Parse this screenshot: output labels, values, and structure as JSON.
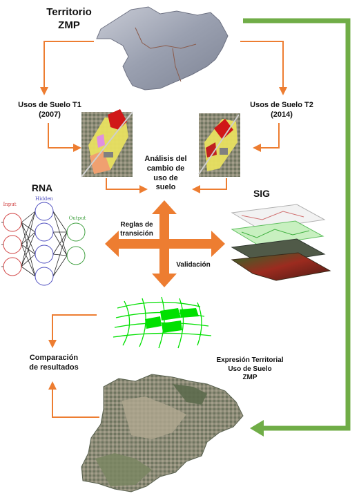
{
  "labels": {
    "territorio": "Territorio",
    "zmp": "ZMP",
    "usos_t1": "Usos de Suelo T1",
    "usos_t1_year": "(2007)",
    "usos_t2": "Usos de Suelo T2",
    "usos_t2_year": "(2014)",
    "analisis_1": "Análisis del",
    "analisis_2": "cambio de",
    "analisis_3": "uso de",
    "analisis_4": "suelo",
    "rna": "RNA",
    "sig": "SIG",
    "reglas_1": "Reglas de",
    "reglas_2": "transición",
    "validacion": "Validación",
    "comparacion_1": "Comparación",
    "comparacion_2": "de resultados",
    "expresion_1": "Expresión Territorial",
    "expresion_2": "Uso de Suelo",
    "expresion_3": "ZMP"
  },
  "nn_labels": {
    "input": "Input",
    "hidden": "Hidden",
    "output": "Output"
  },
  "colors": {
    "arrow_orange": "#ed7d31",
    "arrow_green": "#70ad47",
    "grid_green": "#00e000",
    "nn_input": "#d04040",
    "nn_hidden": "#5050c0",
    "nn_output": "#40a040"
  }
}
